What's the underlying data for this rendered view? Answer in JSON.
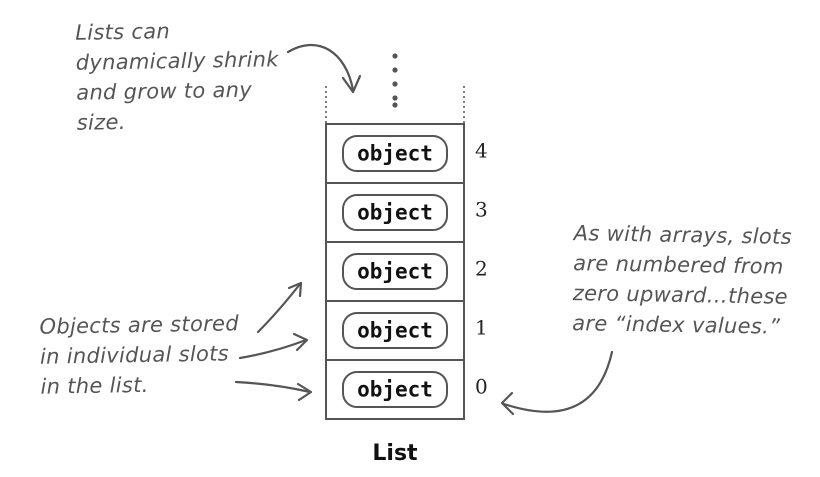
{
  "notes": {
    "top_left": [
      "Lists can",
      "dynamically shrink",
      "and grow to any",
      "size."
    ],
    "bottom_left": [
      "Objects are stored",
      "in individual slots",
      "in the list."
    ],
    "right": [
      "As with arrays, slots",
      "are numbered from",
      "zero upward…these",
      "are “index values.”"
    ]
  },
  "list": {
    "slots": [
      {
        "label": "object",
        "index": "4"
      },
      {
        "label": "object",
        "index": "3"
      },
      {
        "label": "object",
        "index": "2"
      },
      {
        "label": "object",
        "index": "1"
      },
      {
        "label": "object",
        "index": "0"
      }
    ],
    "caption": "List"
  }
}
